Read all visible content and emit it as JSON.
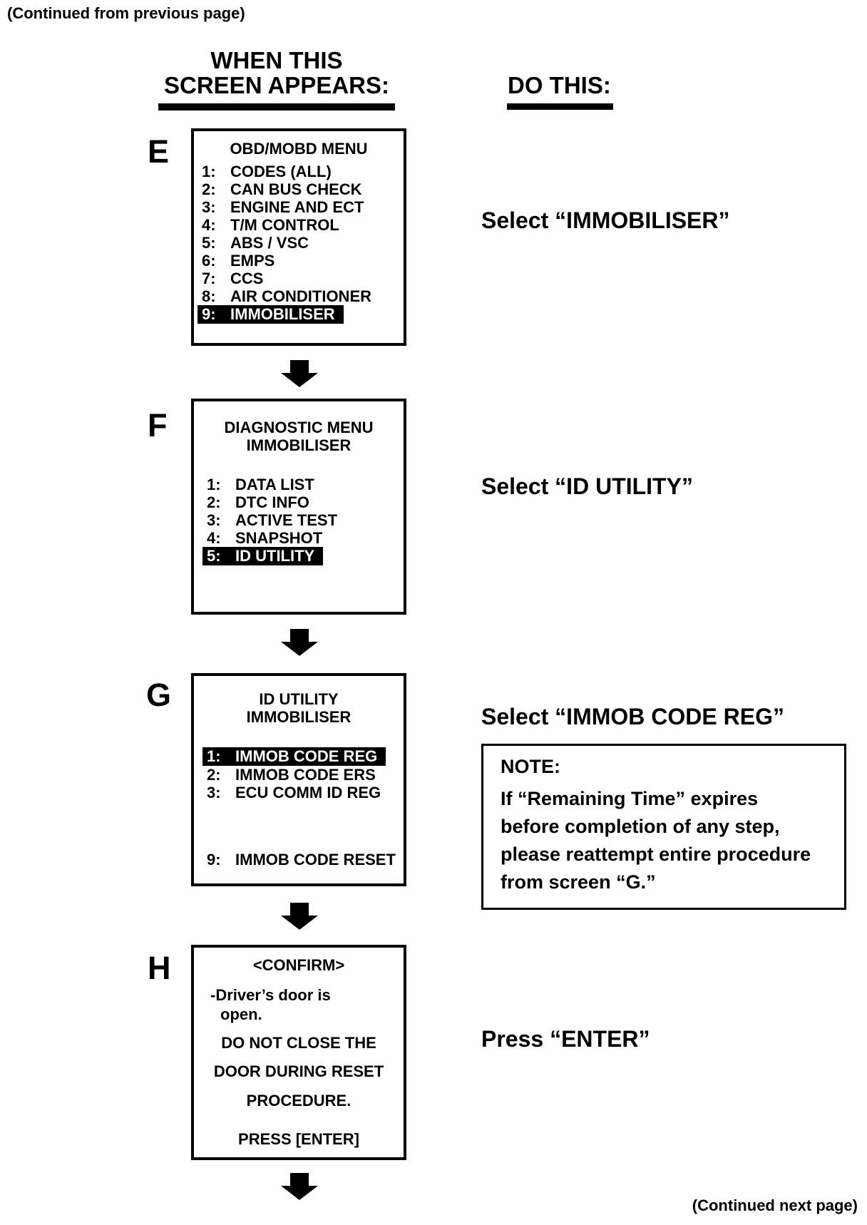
{
  "page": {
    "continued_from": "(Continued from previous page)",
    "continued_next": "(Continued next page)",
    "headers": {
      "when_line1": "WHEN THIS",
      "when_line2": "SCREEN APPEARS:",
      "do_this": "DO THIS:"
    }
  },
  "steps": [
    {
      "label": "E",
      "screen": {
        "title1": "OBD/MOBD MENU",
        "items": [
          {
            "num": "1:",
            "label": "CODES (ALL)",
            "highlight": false
          },
          {
            "num": "2:",
            "label": "CAN BUS CHECK",
            "highlight": false
          },
          {
            "num": "3:",
            "label": "ENGINE AND ECT",
            "highlight": false
          },
          {
            "num": "4:",
            "label": "T/M CONTROL",
            "highlight": false
          },
          {
            "num": "5:",
            "label": "ABS / VSC",
            "highlight": false
          },
          {
            "num": "6:",
            "label": "EMPS",
            "highlight": false
          },
          {
            "num": "7:",
            "label": "CCS",
            "highlight": false
          },
          {
            "num": "8:",
            "label": "AIR CONDITIONER",
            "highlight": false
          },
          {
            "num": "9:",
            "label": "IMMOBILISER",
            "highlight": true
          }
        ]
      },
      "action": "Select “IMMOBILISER”"
    },
    {
      "label": "F",
      "screen": {
        "title1": "DIAGNOSTIC MENU",
        "title2": "IMMOBILISER",
        "items": [
          {
            "num": "1:",
            "label": "DATA LIST",
            "highlight": false
          },
          {
            "num": "2:",
            "label": "DTC INFO",
            "highlight": false
          },
          {
            "num": "3:",
            "label": "ACTIVE TEST",
            "highlight": false
          },
          {
            "num": "4:",
            "label": "SNAPSHOT",
            "highlight": false
          },
          {
            "num": "5:",
            "label": "ID UTILITY",
            "highlight": true
          }
        ]
      },
      "action": "Select “ID UTILITY”"
    },
    {
      "label": "G",
      "screen": {
        "title1": "ID UTILITY",
        "title2": "IMMOBILISER",
        "items": [
          {
            "num": "1:",
            "label": "IMMOB CODE REG",
            "highlight": true
          },
          {
            "num": "2:",
            "label": "IMMOB CODE ERS",
            "highlight": false
          },
          {
            "num": "3:",
            "label": "ECU COMM ID REG",
            "highlight": false
          },
          {
            "num": "9:",
            "label": "IMMOB CODE RESET",
            "highlight": false
          }
        ]
      },
      "action": "Select “IMMOB CODE REG”",
      "note": {
        "title": "NOTE:",
        "line1": "If “Remaining Time” expires",
        "line2": "before completion of any step,",
        "line3": "please reattempt entire procedure",
        "line4": "from screen “G.”"
      }
    },
    {
      "label": "H",
      "screen": {
        "title1": "<CONFIRM>",
        "bullet_line1": "-Driver’s door is",
        "bullet_line2": "open.",
        "center_line1": "DO NOT CLOSE THE",
        "center_line2": "DOOR DURING RESET",
        "center_line3": "PROCEDURE.",
        "press_line": "PRESS [ENTER]"
      },
      "action": "Press “ENTER”"
    }
  ]
}
